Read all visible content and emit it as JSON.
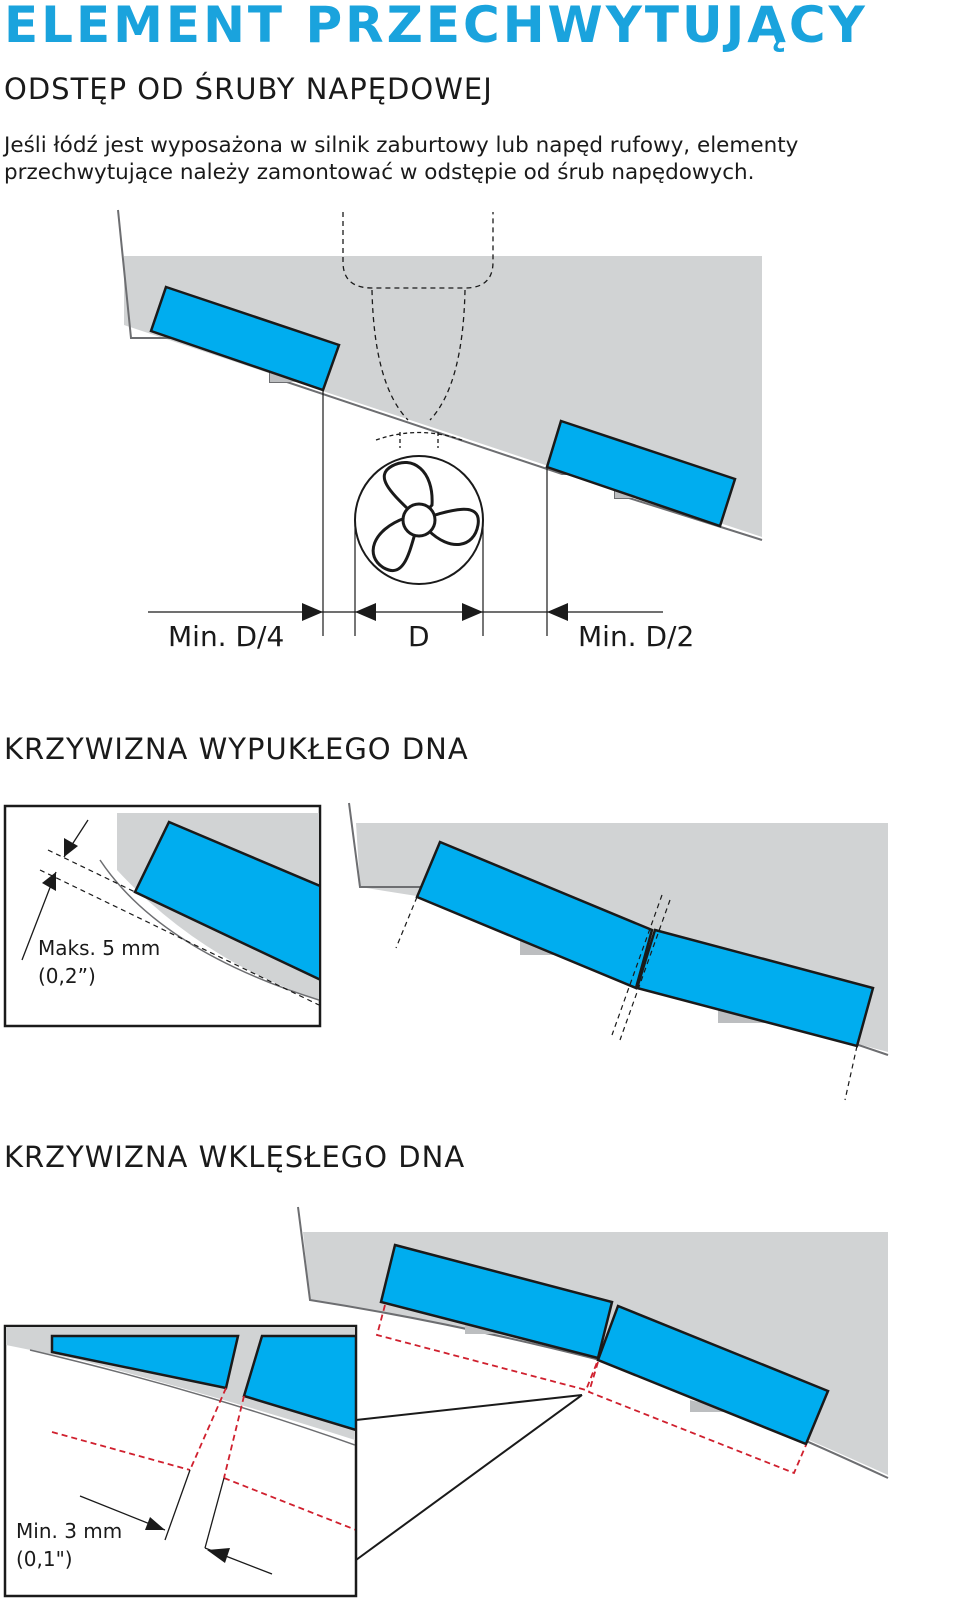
{
  "title": "ELEMENT PRZECHWYTUJĄCY",
  "section1": {
    "heading": "ODSTĘP OD ŚRUBY NAPĘDOWEJ",
    "paragraph_line1": "Jeśli łódź jest wyposażona w silnik zaburtowy lub napęd rufowy, elementy",
    "paragraph_line2": "przechwytujące należy zamontować w odstępie od śrub napędowych.",
    "dim_left": "Min. D/4",
    "dim_center": "D",
    "dim_right": "Min. D/2"
  },
  "section2": {
    "heading": "KRZYWIZNA WYPUKŁEGO DNA",
    "inset_label_line1": "Maks. 5 mm",
    "inset_label_line2": "(0,2”)"
  },
  "section3": {
    "heading": "KRZYWIZNA WKLĘSŁEGO DNA",
    "inset_label_line1": "Min. 3 mm",
    "inset_label_line2": "(0,1\")"
  },
  "colors": {
    "accent": "#1aa3dd",
    "transducer": "#00adef",
    "hull": "#d1d3d4",
    "bracket": "#bcbec0",
    "red_dash": "#d0202e"
  }
}
